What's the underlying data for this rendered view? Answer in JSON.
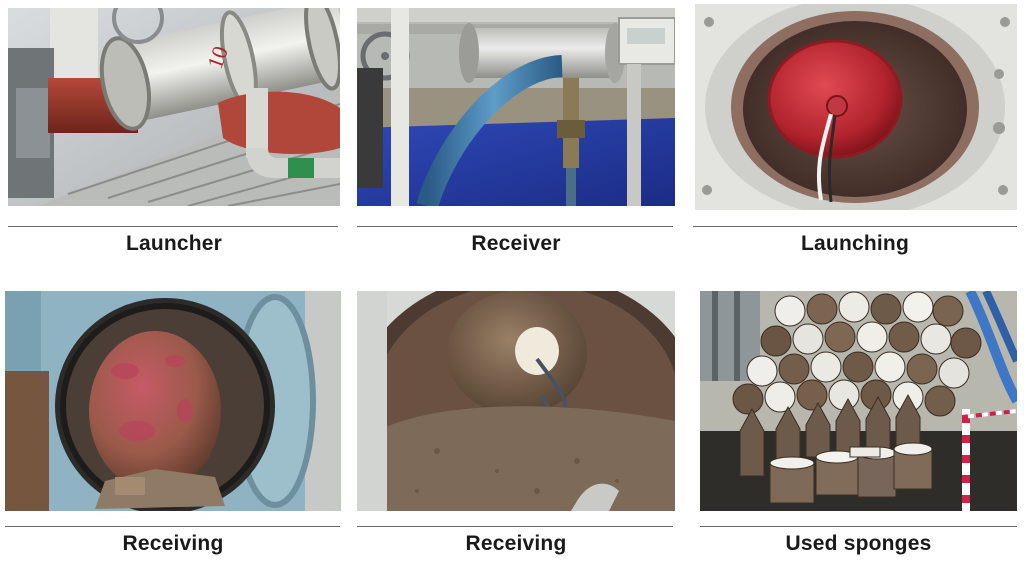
{
  "figure": {
    "panels": [
      {
        "caption": "Launcher"
      },
      {
        "caption": "Receiver"
      },
      {
        "caption": "Launching"
      },
      {
        "caption": "Receiving"
      },
      {
        "caption": "Receiving"
      },
      {
        "caption": "Used sponges"
      }
    ],
    "photo_text": {
      "launcher_pipe_marking": "10"
    }
  }
}
